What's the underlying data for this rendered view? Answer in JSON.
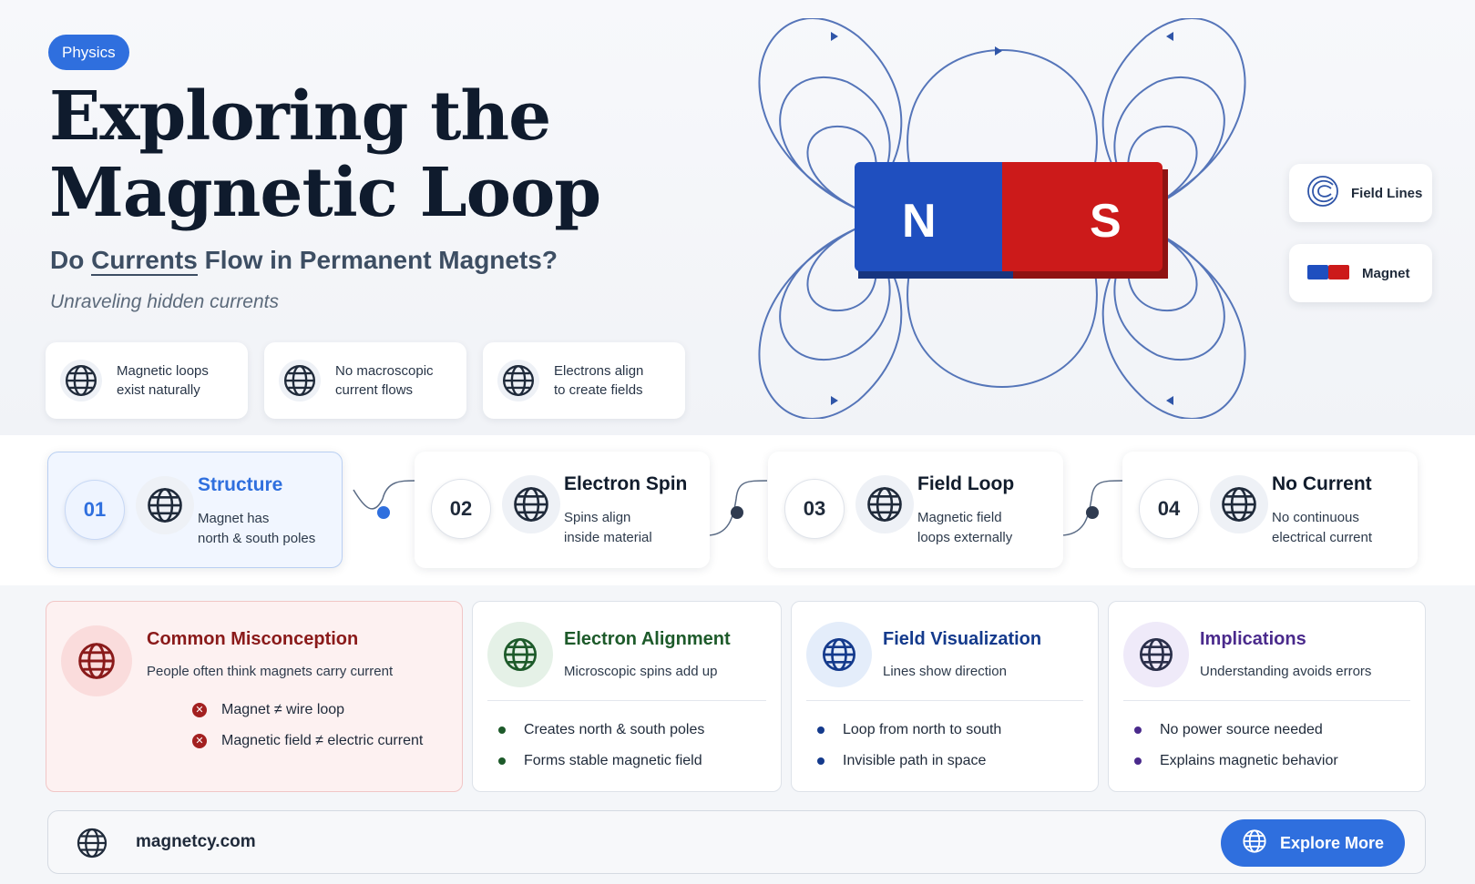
{
  "hero": {
    "tag": "Physics",
    "title_line1": "Exploring the",
    "title_line2": "Magnetic Loop",
    "subtitle_pre": "Do ",
    "subtitle_ul": "Currents",
    "subtitle_post": " Flow in Permanent Magnets?",
    "tagline": "Unraveling hidden currents",
    "features": [
      {
        "line1": "Magnetic loops",
        "line2": "exist naturally",
        "icon": "globe-icon"
      },
      {
        "line1": "No macroscopic",
        "line2": "current flows",
        "icon": "globe-icon"
      },
      {
        "line1": "Electrons align",
        "line2": "to create fields",
        "icon": "globe-icon"
      }
    ]
  },
  "magnet": {
    "north_label": "N",
    "south_label": "S",
    "north_color": "#1f4fbf",
    "south_color": "#cc1a1a",
    "field_line_color": "#3a5fae"
  },
  "chips": [
    {
      "label": "Field Lines",
      "icon": "field-lines-icon"
    },
    {
      "label": "Magnet",
      "icon": "magnet-icon"
    }
  ],
  "steps": [
    {
      "num": "01",
      "title": "Structure",
      "line1": "Magnet has",
      "line2": "north & south poles",
      "active": true
    },
    {
      "num": "02",
      "title": "Electron Spin",
      "line1": "Spins align",
      "line2": "inside material",
      "active": false
    },
    {
      "num": "03",
      "title": "Field Loop",
      "line1": "Magnetic field",
      "line2": "loops externally",
      "active": false
    },
    {
      "num": "04",
      "title": "No Current",
      "line1": "No continuous",
      "line2": "electrical current",
      "active": false
    }
  ],
  "cards": {
    "misconception": {
      "title": "Common Misconception",
      "sub": "People often think magnets carry current",
      "items": [
        "Magnet ≠ wire loop",
        "Magnetic field ≠ electric current"
      ],
      "accent": "#8a1a1a"
    },
    "alignment": {
      "title": "Electron Alignment",
      "sub": "Microscopic spins add up",
      "items": [
        "Creates north & south poles",
        "Forms stable magnetic field"
      ],
      "accent": "#1d5a2a"
    },
    "visualization": {
      "title": "Field Visualization",
      "sub": "Lines show direction",
      "items": [
        "Loop from north to south",
        "Invisible path in space"
      ],
      "accent": "#143a8c"
    },
    "implications": {
      "title": "Implications",
      "sub": "Understanding avoids errors",
      "items": [
        "No power source needed",
        "Explains magnetic behavior"
      ],
      "accent": "#4a2a8c"
    }
  },
  "footer": {
    "site": "magnetcy.com",
    "button": "Explore More",
    "accent": "#2f6fde"
  }
}
